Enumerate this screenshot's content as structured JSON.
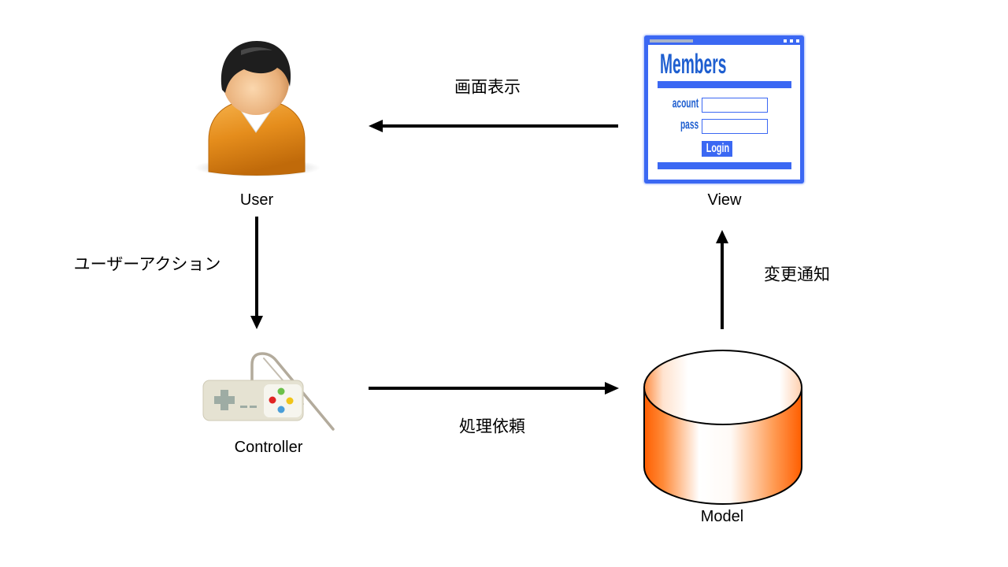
{
  "nodes": {
    "user": {
      "label": "User",
      "icon": "user-person-icon"
    },
    "view": {
      "label": "View",
      "icon": "login-window-icon",
      "window": {
        "title": "Members",
        "account_label": "acount",
        "pass_label": "pass",
        "login_label": "Login"
      }
    },
    "controller": {
      "label": "Controller",
      "icon": "game-controller-icon"
    },
    "model": {
      "label": "Model",
      "icon": "database-cylinder-icon"
    }
  },
  "edges": {
    "view_to_user": {
      "label": "画面表示"
    },
    "user_to_controller": {
      "label": "ユーザーアクション"
    },
    "controller_to_model": {
      "label": "処理依頼"
    },
    "model_to_view": {
      "label": "変更通知"
    }
  },
  "colors": {
    "background": "#ffffff",
    "arrow": "#000000",
    "view_blue": "#3b68f3",
    "view_text": "#1f5fd0",
    "model_orange": "#ff5e00",
    "user_shirt": "#e58d1c"
  }
}
